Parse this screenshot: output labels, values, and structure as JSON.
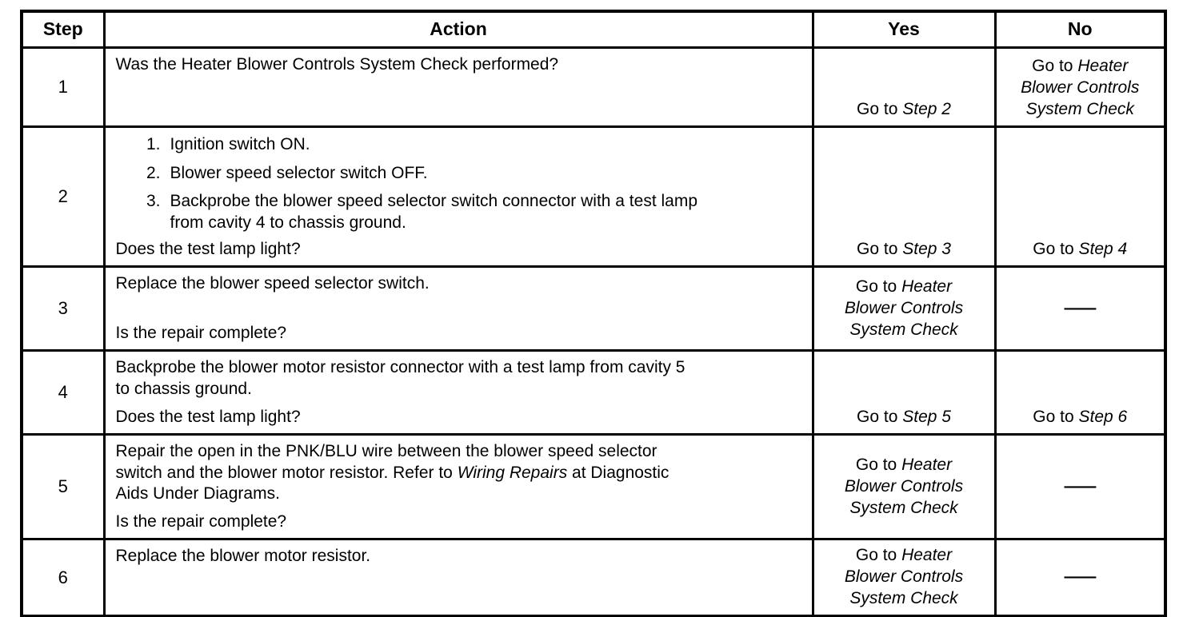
{
  "colors": {
    "ink": "#000000",
    "paper": "#ffffff"
  },
  "table": {
    "headers": {
      "step": "Step",
      "action": "Action",
      "yes": "Yes",
      "no": "No"
    },
    "rows": [
      {
        "step": "1",
        "action": {
          "blocks": [
            {
              "kind": "para",
              "lines": [
                [
                  {
                    "t": "Was the Heater Blower Controls System Check performed?"
                  }
                ]
              ]
            }
          ],
          "question": null
        },
        "yes": {
          "align": "bottom",
          "lines": [
            [
              {
                "t": "Go to "
              },
              {
                "t": "Step 2",
                "i": true
              }
            ]
          ]
        },
        "no": {
          "align": "bottom",
          "lines": [
            [
              {
                "t": "Go to "
              },
              {
                "t": "Heater",
                "i": true
              }
            ],
            [
              {
                "t": "Blower Controls",
                "i": true
              }
            ],
            [
              {
                "t": "System Check",
                "i": true
              }
            ]
          ]
        }
      },
      {
        "step": "2",
        "action": {
          "blocks": [
            {
              "kind": "item",
              "num": "1.",
              "lines": [
                [
                  {
                    "t": "Ignition switch ON."
                  }
                ]
              ]
            },
            {
              "kind": "item",
              "num": "2.",
              "lines": [
                [
                  {
                    "t": "Blower speed selector switch OFF."
                  }
                ]
              ]
            },
            {
              "kind": "item",
              "num": "3.",
              "lines": [
                [
                  {
                    "t": "Backprobe the blower speed selector switch connector with a test lamp"
                  }
                ],
                [
                  {
                    "t": "from cavity 4 to chassis ground."
                  }
                ]
              ]
            }
          ],
          "question": "Does the test lamp light?"
        },
        "yes": {
          "align": "bottom",
          "lines": [
            [
              {
                "t": "Go to "
              },
              {
                "t": "Step 3",
                "i": true
              }
            ]
          ]
        },
        "no": {
          "align": "bottom",
          "lines": [
            [
              {
                "t": "Go to "
              },
              {
                "t": "Step 4",
                "i": true
              }
            ]
          ]
        }
      },
      {
        "step": "3",
        "action": {
          "blocks": [
            {
              "kind": "para",
              "lines": [
                [
                  {
                    "t": "Replace the blower speed selector switch."
                  }
                ]
              ]
            }
          ],
          "question": "Is the repair complete?"
        },
        "yes": {
          "align": "center",
          "lines": [
            [
              {
                "t": "Go to "
              },
              {
                "t": "Heater",
                "i": true
              }
            ],
            [
              {
                "t": "Blower Controls",
                "i": true
              }
            ],
            [
              {
                "t": "System Check",
                "i": true
              }
            ]
          ]
        },
        "no": {
          "align": "center",
          "lines": [
            [
              {
                "t": "—"
              }
            ]
          ]
        }
      },
      {
        "step": "4",
        "action": {
          "blocks": [
            {
              "kind": "para",
              "lines": [
                [
                  {
                    "t": "Backprobe the blower motor resistor connector with a test lamp from cavity 5"
                  }
                ],
                [
                  {
                    "t": "to chassis ground."
                  }
                ]
              ]
            }
          ],
          "question": "Does the test lamp light?"
        },
        "yes": {
          "align": "bottom",
          "lines": [
            [
              {
                "t": "Go to "
              },
              {
                "t": "Step 5",
                "i": true
              }
            ]
          ]
        },
        "no": {
          "align": "bottom",
          "lines": [
            [
              {
                "t": "Go to "
              },
              {
                "t": "Step 6",
                "i": true
              }
            ]
          ]
        }
      },
      {
        "step": "5",
        "action": {
          "blocks": [
            {
              "kind": "para",
              "lines": [
                [
                  {
                    "t": "Repair the open in the PNK/BLU wire between the blower speed selector"
                  }
                ],
                [
                  {
                    "t": "switch and the blower motor resistor. Refer to "
                  },
                  {
                    "t": "Wiring Repairs",
                    "i": true
                  },
                  {
                    "t": " at Diagnostic"
                  }
                ],
                [
                  {
                    "t": "Aids Under Diagrams."
                  }
                ]
              ]
            }
          ],
          "question": "Is the repair complete?"
        },
        "yes": {
          "align": "center",
          "lines": [
            [
              {
                "t": "Go to "
              },
              {
                "t": "Heater",
                "i": true
              }
            ],
            [
              {
                "t": "Blower Controls",
                "i": true
              }
            ],
            [
              {
                "t": "System Check",
                "i": true
              }
            ]
          ]
        },
        "no": {
          "align": "center",
          "lines": [
            [
              {
                "t": "—"
              }
            ]
          ]
        }
      },
      {
        "step": "6",
        "action": {
          "blocks": [
            {
              "kind": "para",
              "lines": [
                [
                  {
                    "t": "Replace the blower motor resistor."
                  }
                ]
              ]
            }
          ],
          "question": null
        },
        "yes": {
          "align": "center",
          "lines": [
            [
              {
                "t": "Go to "
              },
              {
                "t": "Heater",
                "i": true
              }
            ],
            [
              {
                "t": "Blower Controls",
                "i": true
              }
            ],
            [
              {
                "t": "System Check",
                "i": true
              }
            ]
          ]
        },
        "no": {
          "align": "center",
          "lines": [
            [
              {
                "t": "—"
              }
            ]
          ]
        }
      }
    ]
  }
}
